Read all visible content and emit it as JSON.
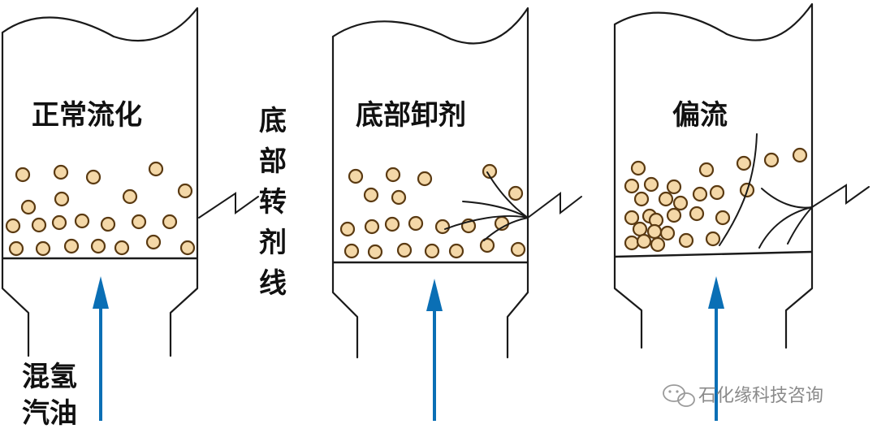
{
  "panels": [
    {
      "title": "正常流化"
    },
    {
      "title": "底部卸剂"
    },
    {
      "title": "偏流"
    }
  ],
  "side_label": [
    "底",
    "部",
    "转",
    "剂",
    "线"
  ],
  "feed_label": [
    "混氢",
    "汽油"
  ],
  "watermark": "石化缘科技咨询",
  "colors": {
    "particle_fill": "#f4d8a8",
    "particle_stroke": "#5a3a12",
    "arrow": "#0a6fb5",
    "line": "#1a1a1a"
  }
}
